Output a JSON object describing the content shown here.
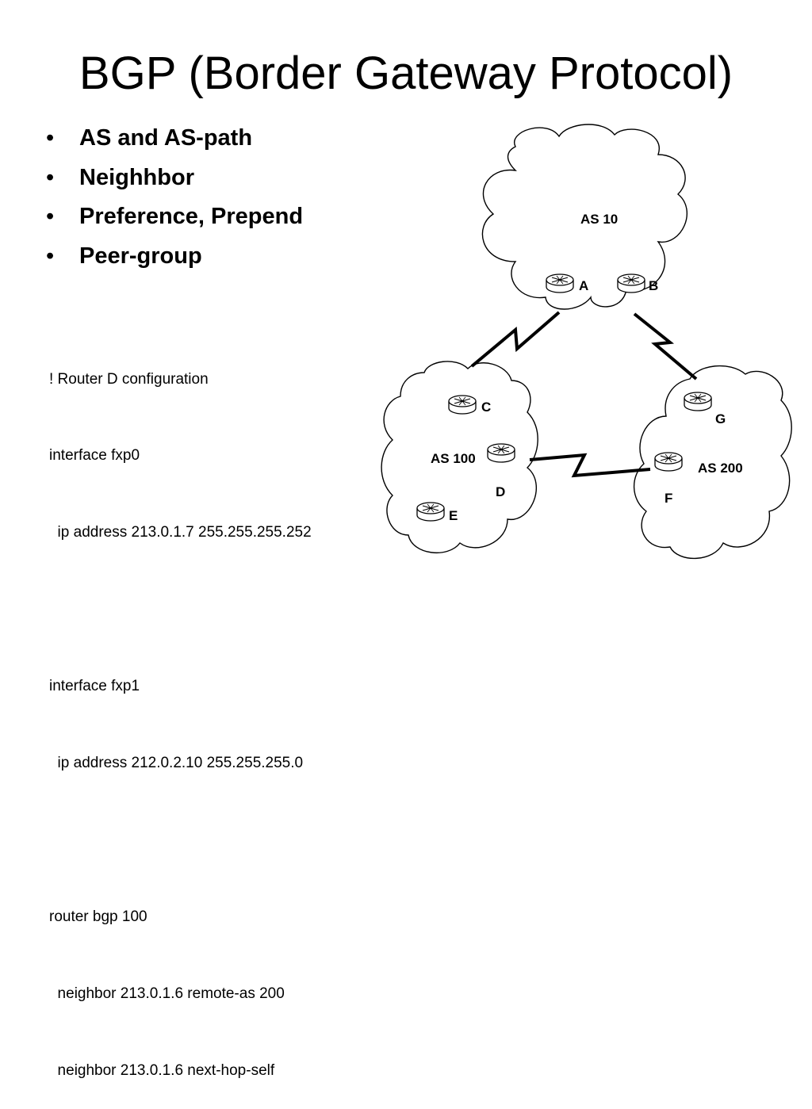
{
  "slide": {
    "title": "BGP (Border Gateway Protocol)",
    "bullets": [
      {
        "marker": "•",
        "text": "AS and AS-path"
      },
      {
        "marker": "•",
        "text": "Neighhbor"
      },
      {
        "marker": "•",
        "text": "Preference, Prepend"
      },
      {
        "marker": "•",
        "text": "Peer-group"
      }
    ],
    "config_lines": [
      "! Router D configuration",
      "interface fxp0",
      "  ip address 213.0.1.7 255.255.255.252",
      "",
      "interface fxp1",
      "  ip address 212.0.2.10 255.255.255.0",
      "",
      "router bgp 100",
      "  neighbor 213.0.1.6 remote-as 200",
      "  neighbor 213.0.1.6 next-hop-self"
    ]
  },
  "diagram": {
    "clouds": [
      {
        "id": "as10",
        "label": "AS 10"
      },
      {
        "id": "as100",
        "label": "AS 100"
      },
      {
        "id": "as200",
        "label": "AS 200"
      }
    ],
    "routers": [
      {
        "id": "A",
        "label": "A",
        "cloud": "AS 10"
      },
      {
        "id": "B",
        "label": "B",
        "cloud": "AS 10"
      },
      {
        "id": "C",
        "label": "C",
        "cloud": "AS 100"
      },
      {
        "id": "D",
        "label": "D",
        "cloud": "AS 100"
      },
      {
        "id": "E",
        "label": "E",
        "cloud": "AS 100"
      },
      {
        "id": "G",
        "label": "G",
        "cloud": "AS 200"
      },
      {
        "id": "F",
        "label": "F",
        "cloud": "AS 200"
      }
    ],
    "links": [
      {
        "from": "AS 10",
        "to": "AS 100",
        "style": "serial"
      },
      {
        "from": "AS 10",
        "to": "AS 200",
        "style": "serial"
      },
      {
        "from": "AS 100",
        "to": "AS 200",
        "style": "serial"
      }
    ]
  }
}
